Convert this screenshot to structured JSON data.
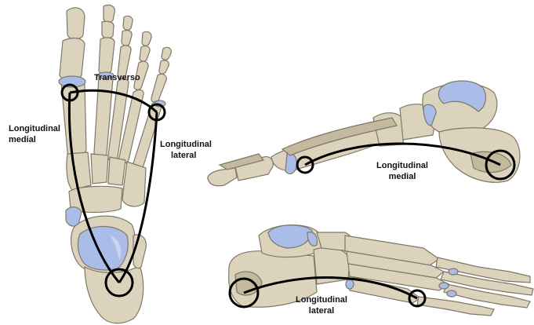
{
  "colors": {
    "bone": "#dcd3bd",
    "bone_stroke": "#7f7867",
    "bone_shadow": "#c4b99e",
    "cartilage": "#a9bde8",
    "arch": "#000000",
    "background": "#ffffff"
  },
  "labels": {
    "transverso": "Transverso",
    "long_medial_top_1": "Longitudinal",
    "long_medial_top_2": "medial",
    "long_lateral_top_1": "Longitudinal",
    "long_lateral_top_2": "lateral",
    "long_medial_side_1": "Longitudinal",
    "long_medial_side_2": "medial",
    "long_lateral_side_1": "Longitudinal",
    "long_lateral_side_2": "lateral"
  }
}
